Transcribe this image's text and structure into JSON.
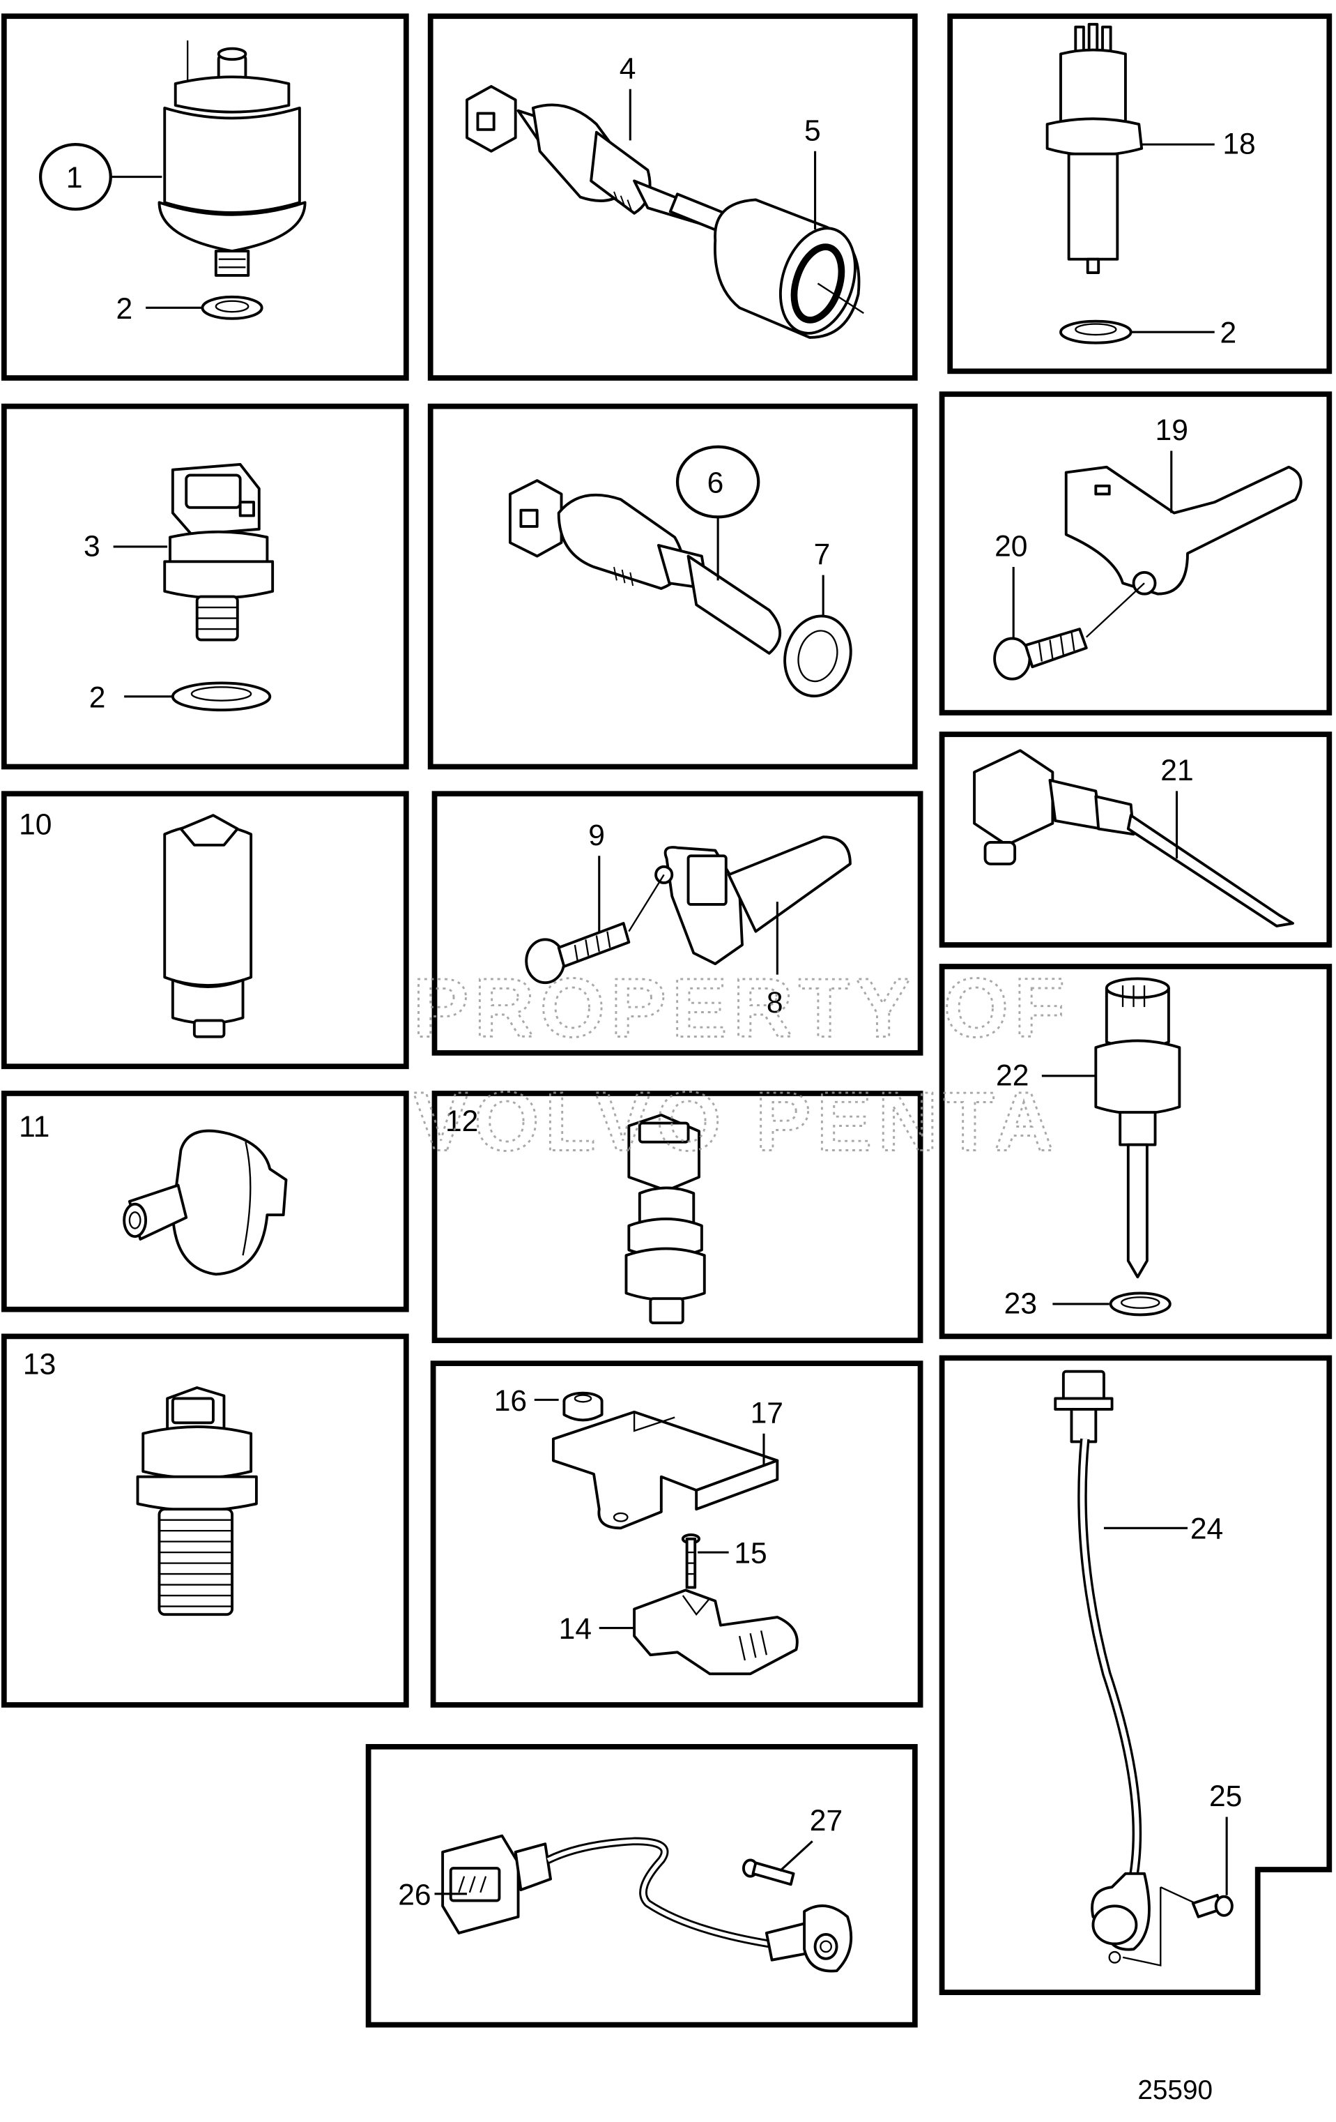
{
  "diagram": {
    "title": "Sensors exploded parts view",
    "drawing_number": "25590",
    "watermark": {
      "line1": "PROPERTY OF",
      "line2": "VOLVO PENTA"
    },
    "panels": [
      {
        "id": "A",
        "callouts": [
          {
            "ref": "1",
            "circled": true,
            "part": "pressure-sensor"
          },
          {
            "ref": "2",
            "part": "sealing-washer"
          }
        ]
      },
      {
        "id": "B",
        "callouts": [
          {
            "ref": "4",
            "part": "temperature-sensor"
          },
          {
            "ref": "5",
            "part": "protective-cap"
          }
        ]
      },
      {
        "id": "C",
        "callouts": [
          {
            "ref": "18",
            "part": "sensor-3-pin"
          },
          {
            "ref": "2",
            "part": "sealing-washer"
          }
        ]
      },
      {
        "id": "D",
        "callouts": [
          {
            "ref": "3",
            "part": "pressure-switch"
          },
          {
            "ref": "2",
            "part": "sealing-washer"
          }
        ]
      },
      {
        "id": "E",
        "callouts": [
          {
            "ref": "6",
            "circled": true,
            "part": "temperature-sensor-long"
          },
          {
            "ref": "7",
            "part": "sealing-ring"
          }
        ]
      },
      {
        "id": "F",
        "callouts": [
          {
            "ref": "19",
            "part": "speed-sensor"
          },
          {
            "ref": "20",
            "part": "flange-screw"
          }
        ]
      },
      {
        "id": "G",
        "callouts": [
          {
            "ref": "21",
            "part": "probe-sensor"
          }
        ]
      },
      {
        "id": "H",
        "callouts": [
          {
            "ref": "10",
            "part": "switch"
          }
        ]
      },
      {
        "id": "I",
        "callouts": [
          {
            "ref": "9",
            "part": "flange-screw"
          },
          {
            "ref": "8",
            "part": "position-sensor"
          }
        ]
      },
      {
        "id": "J",
        "callouts": [
          {
            "ref": "22",
            "part": "temperature-sensor-round-connector"
          },
          {
            "ref": "23",
            "part": "sealing-ring"
          }
        ]
      },
      {
        "id": "K",
        "callouts": [
          {
            "ref": "11",
            "part": "vacuum-sensor"
          }
        ]
      },
      {
        "id": "L",
        "callouts": [
          {
            "ref": "12",
            "part": "pressure-sensor-connector"
          }
        ]
      },
      {
        "id": "M",
        "callouts": [
          {
            "ref": "13",
            "part": "sensor-threaded"
          }
        ]
      },
      {
        "id": "N",
        "callouts": [
          {
            "ref": "16",
            "part": "rubber-grommet"
          },
          {
            "ref": "17",
            "part": "bracket"
          },
          {
            "ref": "15",
            "part": "screw"
          },
          {
            "ref": "14",
            "part": "boost-pressure-sensor"
          }
        ]
      },
      {
        "id": "O",
        "callouts": [
          {
            "ref": "24",
            "part": "sensor-with-cable"
          },
          {
            "ref": "25",
            "part": "screw"
          }
        ]
      },
      {
        "id": "P",
        "callouts": [
          {
            "ref": "26",
            "part": "sensor-with-cable"
          },
          {
            "ref": "27",
            "part": "screw"
          }
        ]
      }
    ]
  }
}
